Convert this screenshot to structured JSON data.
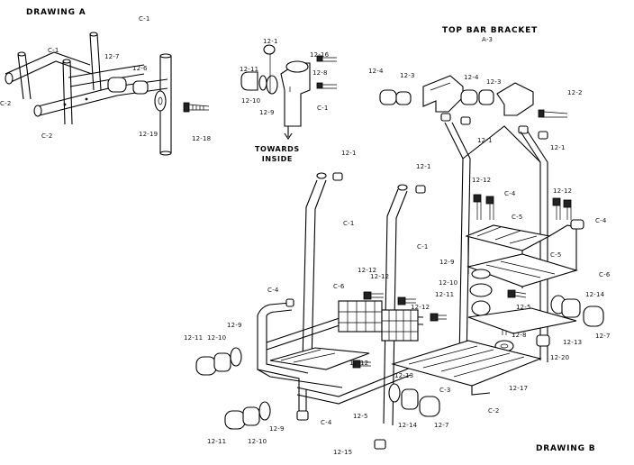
{
  "titles": {
    "drawing_a": "DRAWING A",
    "drawing_b": "DRAWING B",
    "top_bar_bracket": "TOP BAR BRACKET",
    "towards_inside_1": "TOWARDS",
    "towards_inside_2": "INSIDE"
  },
  "drawing_a_labels": [
    "C-1",
    "C-1",
    "C-2",
    "C-2",
    "12-7",
    "12-6",
    "12-19",
    "12-18"
  ],
  "detail_labels": [
    "12-1",
    "12-11",
    "12-10",
    "12-9",
    "12-16",
    "12-8",
    "C-1"
  ],
  "bracket_labels": [
    "A-3",
    "12-4",
    "12-3",
    "12-4",
    "12-3",
    "12-2",
    "12-1",
    "12-1"
  ],
  "drawing_b_labels": [
    "12-1",
    "12-1",
    "C-1",
    "C-1",
    "12-12",
    "12-12",
    "C-4",
    "C-5",
    "C-4",
    "C-5",
    "C-6",
    "12-14",
    "12-7",
    "12-13",
    "12-20",
    "12-9",
    "12-10",
    "12-11",
    "12-5",
    "12-8",
    "12-17",
    "C-3",
    "C-2",
    "12-12",
    "12-12",
    "C-4",
    "C-6",
    "12-12",
    "12-12",
    "12-11",
    "12-10",
    "12-9",
    "C-4",
    "12-5",
    "12-13",
    "12-14",
    "12-7",
    "12-11",
    "12-10",
    "12-9",
    "12-15"
  ]
}
